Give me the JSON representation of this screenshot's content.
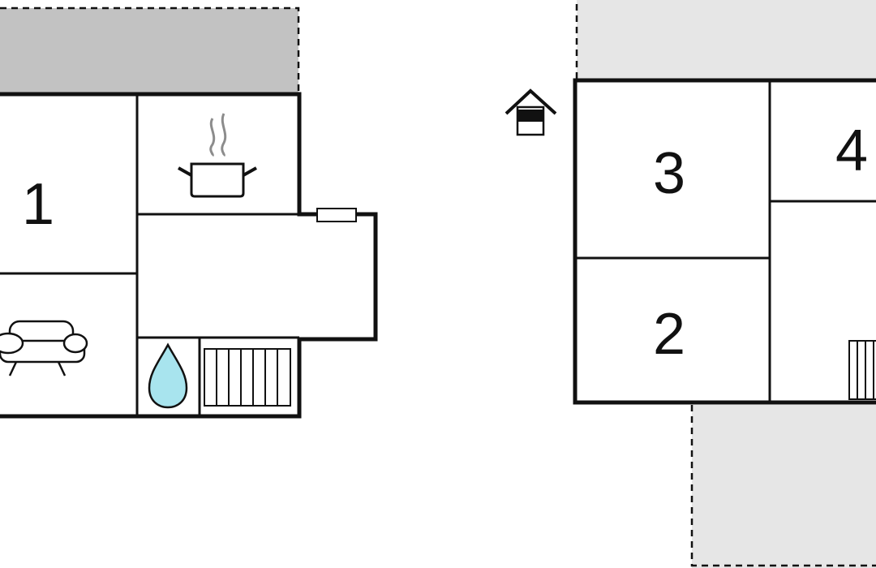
{
  "floor_plan": {
    "rooms": [
      {
        "id": "room-1",
        "label": "1"
      },
      {
        "id": "room-2",
        "label": "2"
      },
      {
        "id": "room-3",
        "label": "3"
      },
      {
        "id": "room-4",
        "label": "4"
      }
    ],
    "icons": [
      "steaming-pot-icon",
      "sofa-icon",
      "water-drop-icon",
      "radiator-icon",
      "house-entrance-icon",
      "radiator-icon"
    ],
    "colors": {
      "wall": "#111111",
      "terrace_dark": "#c2c2c2",
      "terrace_light": "#e6e6e6",
      "water": "#a8e4ee"
    }
  }
}
